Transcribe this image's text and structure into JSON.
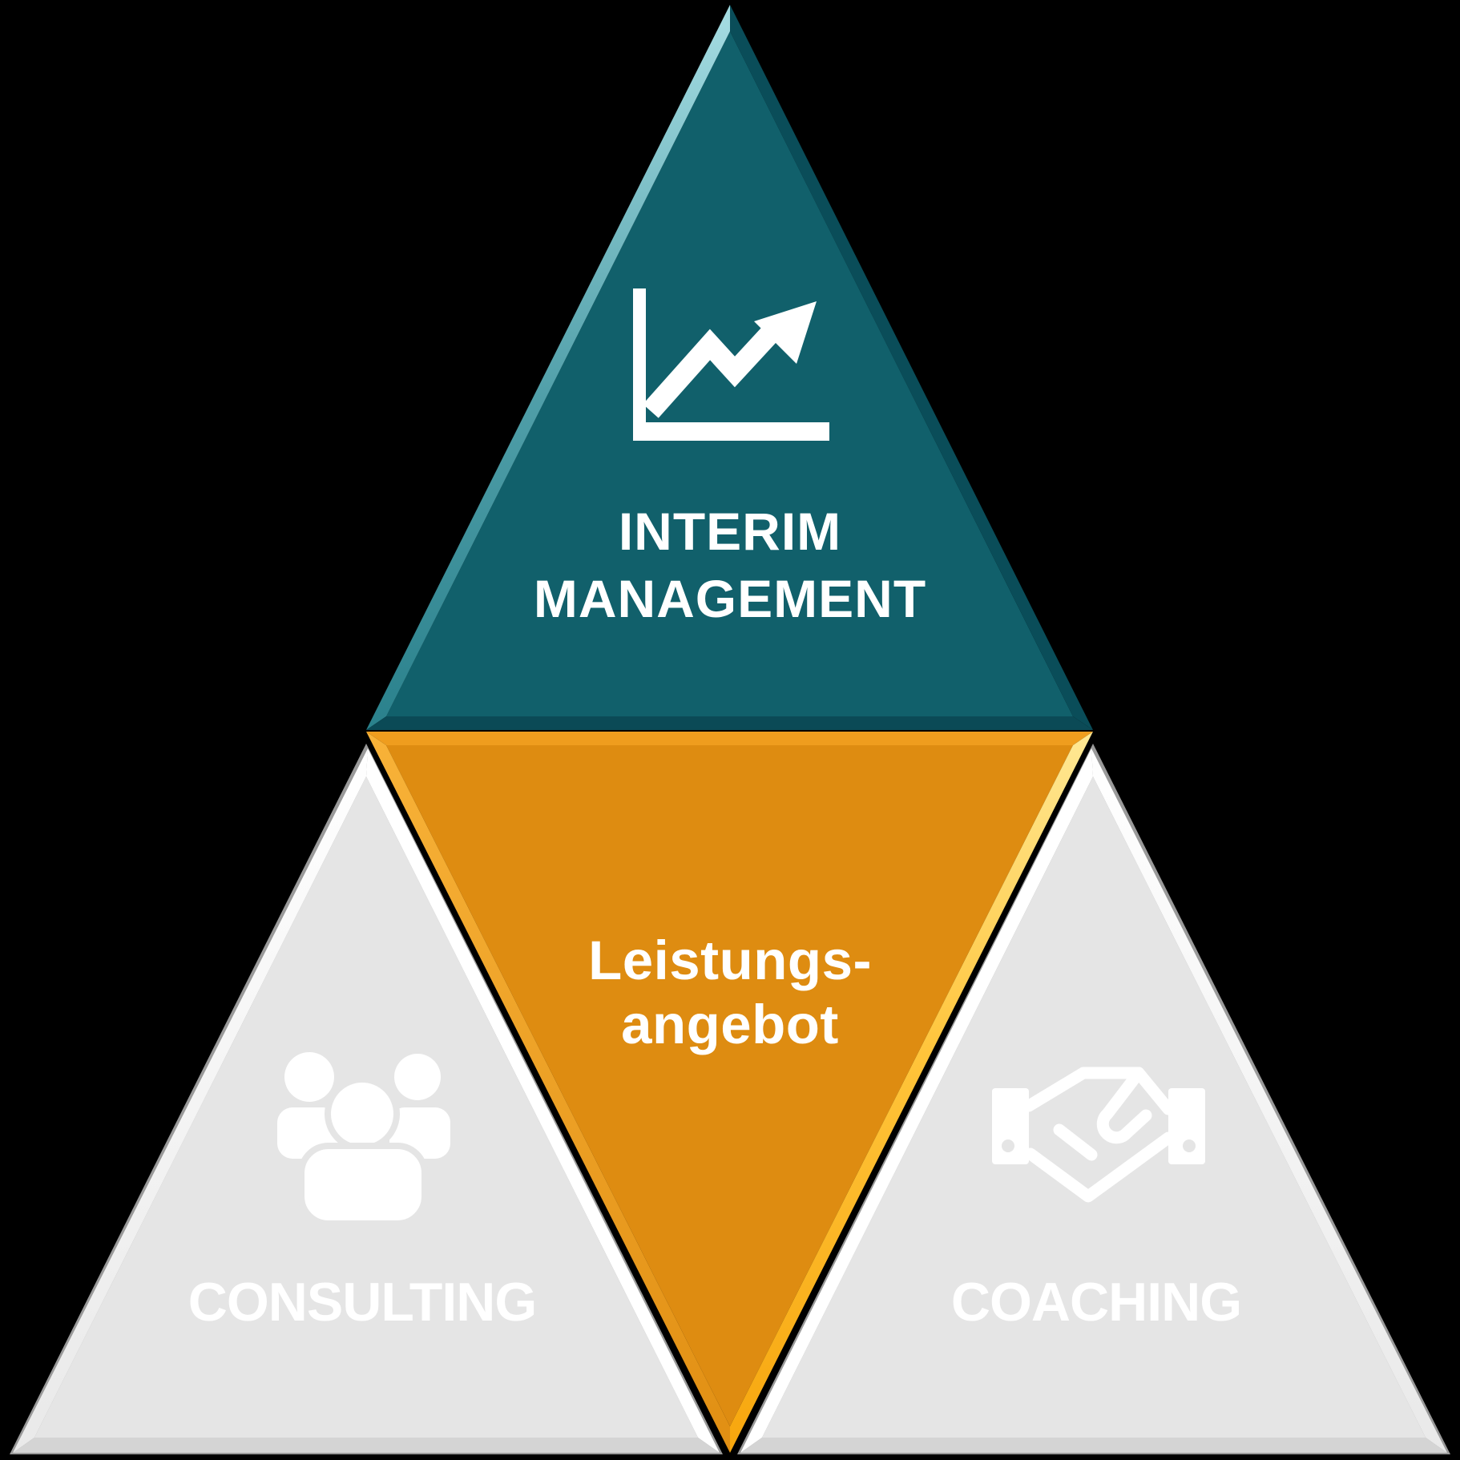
{
  "background_color": "#000000",
  "text_color": "#ffffff",
  "pyramid": {
    "top": {
      "line1": "INTERIM",
      "line2": "MANAGEMENT",
      "color": "#11606b",
      "icon": "line-chart-icon"
    },
    "center": {
      "line1": "Leistungs-",
      "line2": "angebot",
      "color": "#de8c11"
    },
    "bottom_left": {
      "label": "CONSULTING",
      "color": "#e5e5e5",
      "icon": "people-icon"
    },
    "bottom_right": {
      "label": "COACHING",
      "color": "#e5e5e5",
      "icon": "handshake-icon"
    }
  }
}
